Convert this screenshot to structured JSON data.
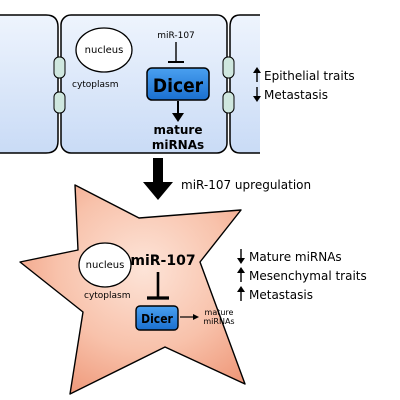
{
  "top_cell": {
    "nucleus": "nucleus",
    "cytoplasm": "cytoplasm",
    "mir_label": "miR-107",
    "dicer": "Dicer",
    "mature_line1": "mature",
    "mature_line2": "miRNAs"
  },
  "top_effects": [
    {
      "arrow": "up",
      "text": "Epithelial traits"
    },
    {
      "arrow": "down",
      "text": "Metastasis"
    }
  ],
  "transition_label": "miR-107 upregulation",
  "bottom_cell": {
    "nucleus": "nucleus",
    "cytoplasm": "cytoplasm",
    "mir_label": "miR-107",
    "dicer": "Dicer",
    "mature_line1": "mature",
    "mature_line2": "miRNAs"
  },
  "bottom_effects": [
    {
      "arrow": "down",
      "text": "Mature miRNAs"
    },
    {
      "arrow": "up",
      "text": "Mesenchymal traits"
    },
    {
      "arrow": "up",
      "text": "Metastasis"
    }
  ],
  "colors": {
    "epithelial_fill": "#dde9fb",
    "dicer_fill": "#2b86e3",
    "junction_fill": "#cfe7df",
    "mesenchymal_fill": "#f6b8a2"
  }
}
